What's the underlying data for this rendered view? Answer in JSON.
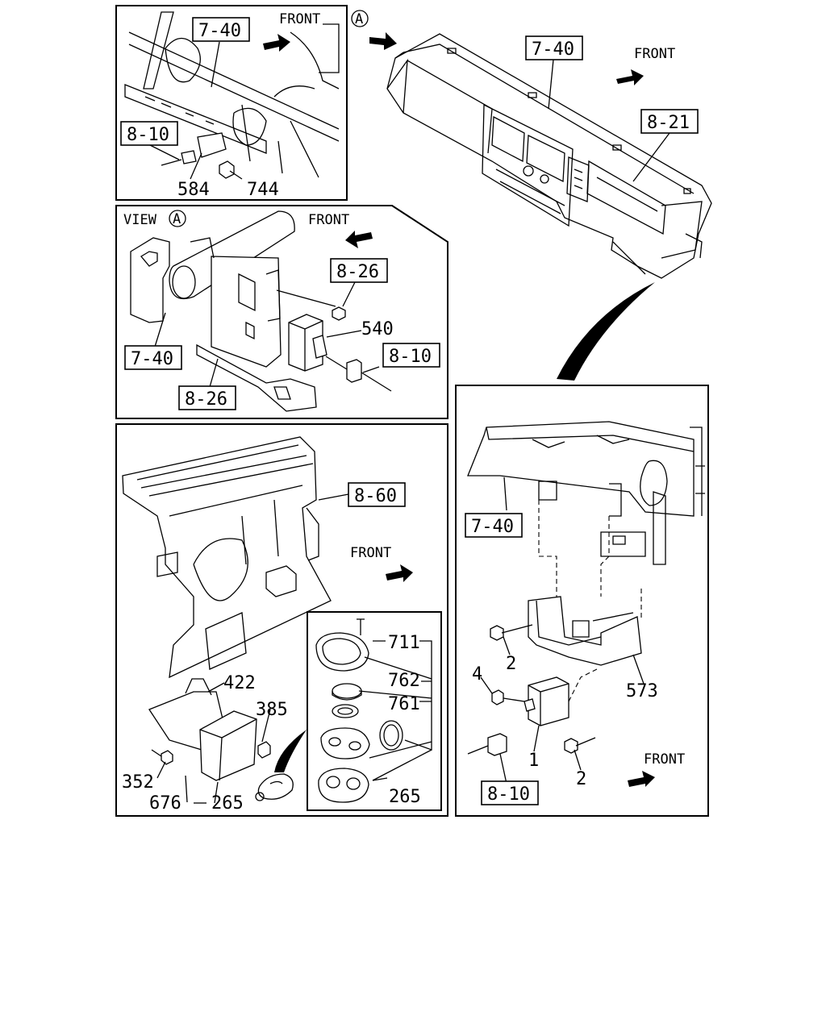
{
  "panels": {
    "top_left": {
      "callouts": [
        "7-40",
        "8-10"
      ],
      "parts": [
        "584",
        "744"
      ],
      "front": "FRONT"
    },
    "top_right": {
      "circle_marker": "A",
      "callouts": [
        "7-40",
        "8-21"
      ],
      "front": "FRONT"
    },
    "view_a": {
      "title": "VIEW",
      "circle_marker": "A",
      "callouts": [
        "8-26",
        "8-10",
        "7-40",
        "8-26"
      ],
      "parts": [
        "540"
      ],
      "front": "FRONT"
    },
    "bottom_left": {
      "callouts": [
        "8-60"
      ],
      "parts": [
        "422",
        "385",
        "352",
        "676",
        "265"
      ],
      "front": "FRONT",
      "inset_parts": [
        "711",
        "762",
        "761",
        "265"
      ]
    },
    "bottom_right": {
      "callouts": [
        "7-40",
        "8-10"
      ],
      "parts": [
        "2",
        "4",
        "573",
        "1",
        "2"
      ],
      "front": "FRONT"
    }
  },
  "icons": [
    "front-arrow-icon",
    "circle-a-marker-icon"
  ]
}
